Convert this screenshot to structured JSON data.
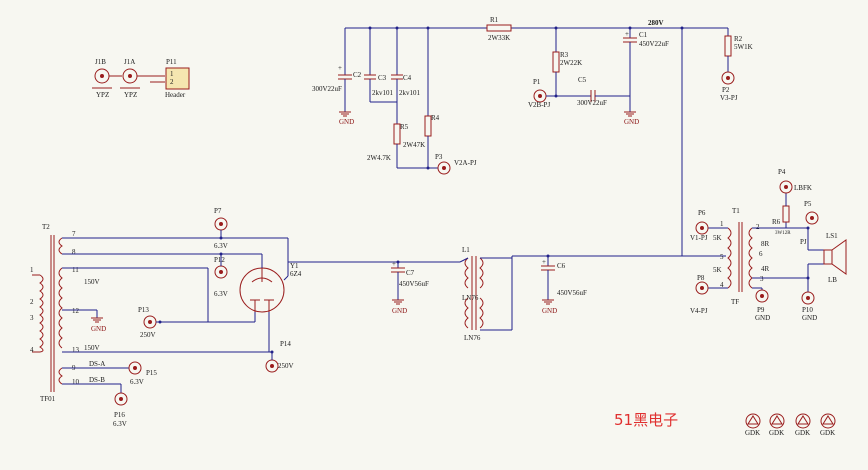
{
  "title_mark": "51黑电子",
  "colors": {
    "wire": "#22228a",
    "component": "#9a1d1d",
    "text": "#1a1a1a",
    "brand": "#e03030",
    "background": "#f7f7f1"
  },
  "components": {
    "J1B": {
      "ref": "J1B",
      "value": "YPZ"
    },
    "J1A": {
      "ref": "J1A",
      "value": "YPZ"
    },
    "P11": {
      "ref": "P11",
      "value": "Header",
      "pin1": "1",
      "pin2": "2"
    },
    "R1": {
      "ref": "R1",
      "value": "2W33K"
    },
    "R2": {
      "ref": "R2",
      "value": "5W1K"
    },
    "R3": {
      "ref": "R3",
      "value": "2W22K"
    },
    "R4": {
      "ref": "R4",
      "value": "2W47K"
    },
    "R5": {
      "ref": "R5",
      "value": "2W4.7K"
    },
    "R6": {
      "ref": "R6",
      "value": "3W12R"
    },
    "C1": {
      "ref": "C1",
      "value": "450V22uF"
    },
    "C2": {
      "ref": "C2",
      "value": "300V22uF"
    },
    "C3": {
      "ref": "C3",
      "value": "2kv101"
    },
    "C4": {
      "ref": "C4",
      "value": "2kv101"
    },
    "C5": {
      "ref": "C5",
      "value": "300V22uF"
    },
    "C6": {
      "ref": "C6",
      "value": "450V56uF"
    },
    "C7": {
      "ref": "C7",
      "value": "450V56uF"
    },
    "L1": {
      "ref": "L1",
      "value": "LN76"
    },
    "Y1": {
      "ref": "Y1",
      "value": "6Z4"
    },
    "T1": {
      "ref": "T1",
      "value": "TF"
    },
    "T2": {
      "ref": "T2",
      "value": "TF01"
    },
    "LS1": {
      "ref": "LS1",
      "value": "LB"
    },
    "P1": {
      "ref": "P1",
      "value": "V2B-PJ"
    },
    "P2": {
      "ref": "P2",
      "value": "V3-PJ"
    },
    "P3": {
      "ref": "P3",
      "value": "V2A-PJ"
    },
    "P4": {
      "ref": "P4",
      "value": "LBFK"
    },
    "P5": {
      "ref": "P5",
      "value": "PJ"
    },
    "P6": {
      "ref": "P6",
      "value": "V1-PJ"
    },
    "P7": {
      "ref": "P7",
      "value": "6.3V"
    },
    "P8": {
      "ref": "P8",
      "value": "V4-PJ"
    },
    "P9": {
      "ref": "P9",
      "value": "GND"
    },
    "P10": {
      "ref": "P10",
      "value": "GND"
    },
    "P12": {
      "ref": "P12",
      "value": "6.3V"
    },
    "P13": {
      "ref": "P13",
      "value": "250V"
    },
    "P14": {
      "ref": "P14",
      "value": "250V"
    },
    "P15": {
      "ref": "P15",
      "value": "6.3V"
    },
    "P16": {
      "ref": "P16",
      "value": "6.3V"
    }
  },
  "net_labels": {
    "b_plus": "280V",
    "ds_a": "DS-A",
    "ds_b": "DS-B",
    "hv1": "150V",
    "hv2": "150V"
  },
  "gnd_label": "GND",
  "gdk_label": "GDK",
  "transformer_t2": {
    "pins": [
      "1",
      "2",
      "3",
      "4"
    ],
    "sec_pins": [
      "7",
      "8",
      "11",
      "12",
      "13",
      "9",
      "10"
    ]
  },
  "transformer_t1": {
    "pins": [
      "1",
      "2",
      "3",
      "4",
      "5",
      "6"
    ],
    "taps": [
      "5K",
      "5K",
      "8R",
      "4R"
    ]
  }
}
